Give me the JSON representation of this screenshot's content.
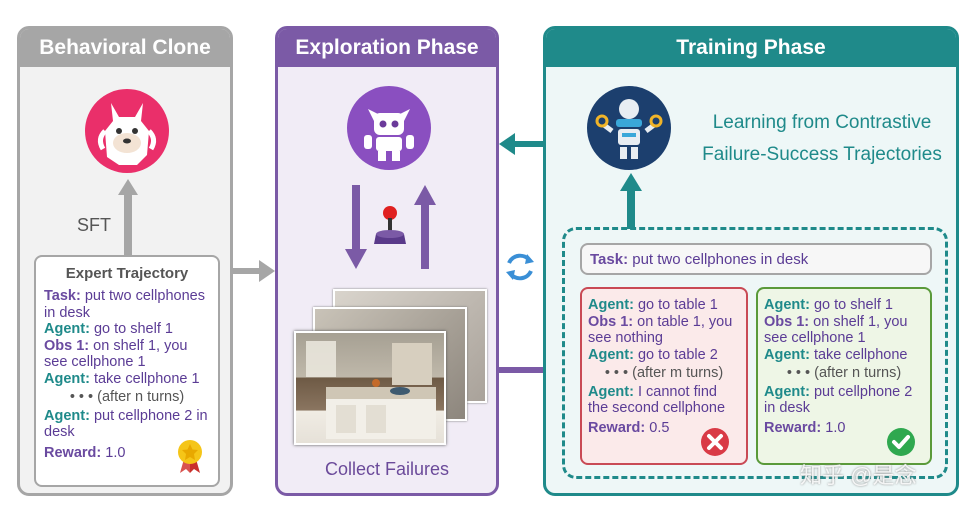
{
  "bc": {
    "title": "Behavioral Clone",
    "sft": "SFT",
    "expert": {
      "title": "Expert Trajectory",
      "task_kw": "Task:",
      "task": "put two cellphones in desk",
      "a1_kw": "Agent:",
      "a1": "go to shelf 1",
      "o1_kw": "Obs 1:",
      "o1": "on shelf 1, you see cellphone 1",
      "a2_kw": "Agent:",
      "a2": "take cellphone 1",
      "dots": "• • • (after n turns)",
      "a3_kw": "Agent:",
      "a3": "put cellphone 2 in desk",
      "reward_kw": "Reward:",
      "reward": "1.0"
    }
  },
  "ex": {
    "title": "Exploration Phase",
    "caption": "Collect Failures"
  },
  "tr": {
    "title": "Training Phase",
    "learning": "Learning from Contrastive Failure-Success Trajectories",
    "task_kw": "Task:",
    "task": "put two cellphones in desk",
    "fail": {
      "a1_kw": "Agent:",
      "a1": "go to table 1",
      "o1_kw": "Obs 1:",
      "o1": "on table 1, you see nothing",
      "a2_kw": "Agent:",
      "a2": "go to table 2",
      "dots": "• • • (after m turns)",
      "a3_kw": "Agent:",
      "a3": "I cannot find the second cellphone",
      "reward_kw": "Reward:",
      "reward": "0.5"
    },
    "succ": {
      "a1_kw": "Agent:",
      "a1": "go to shelf 1",
      "o1_kw": "Obs 1:",
      "o1": "on shelf 1, you see cellphone 1",
      "a2_kw": "Agent:",
      "a2": "take cellphone",
      "dots": "• • • (after n turns)",
      "a3_kw": "Agent:",
      "a3": "put cellphone 2 in desk",
      "reward_kw": "Reward:",
      "reward": "1.0"
    }
  },
  "watermark": "知乎 @是念",
  "colors": {
    "gray": "#a6a6a6",
    "purple": "#7b5aa6",
    "teal": "#1f8a8a",
    "fail": "#c94a55",
    "succ": "#5a9a3a"
  }
}
